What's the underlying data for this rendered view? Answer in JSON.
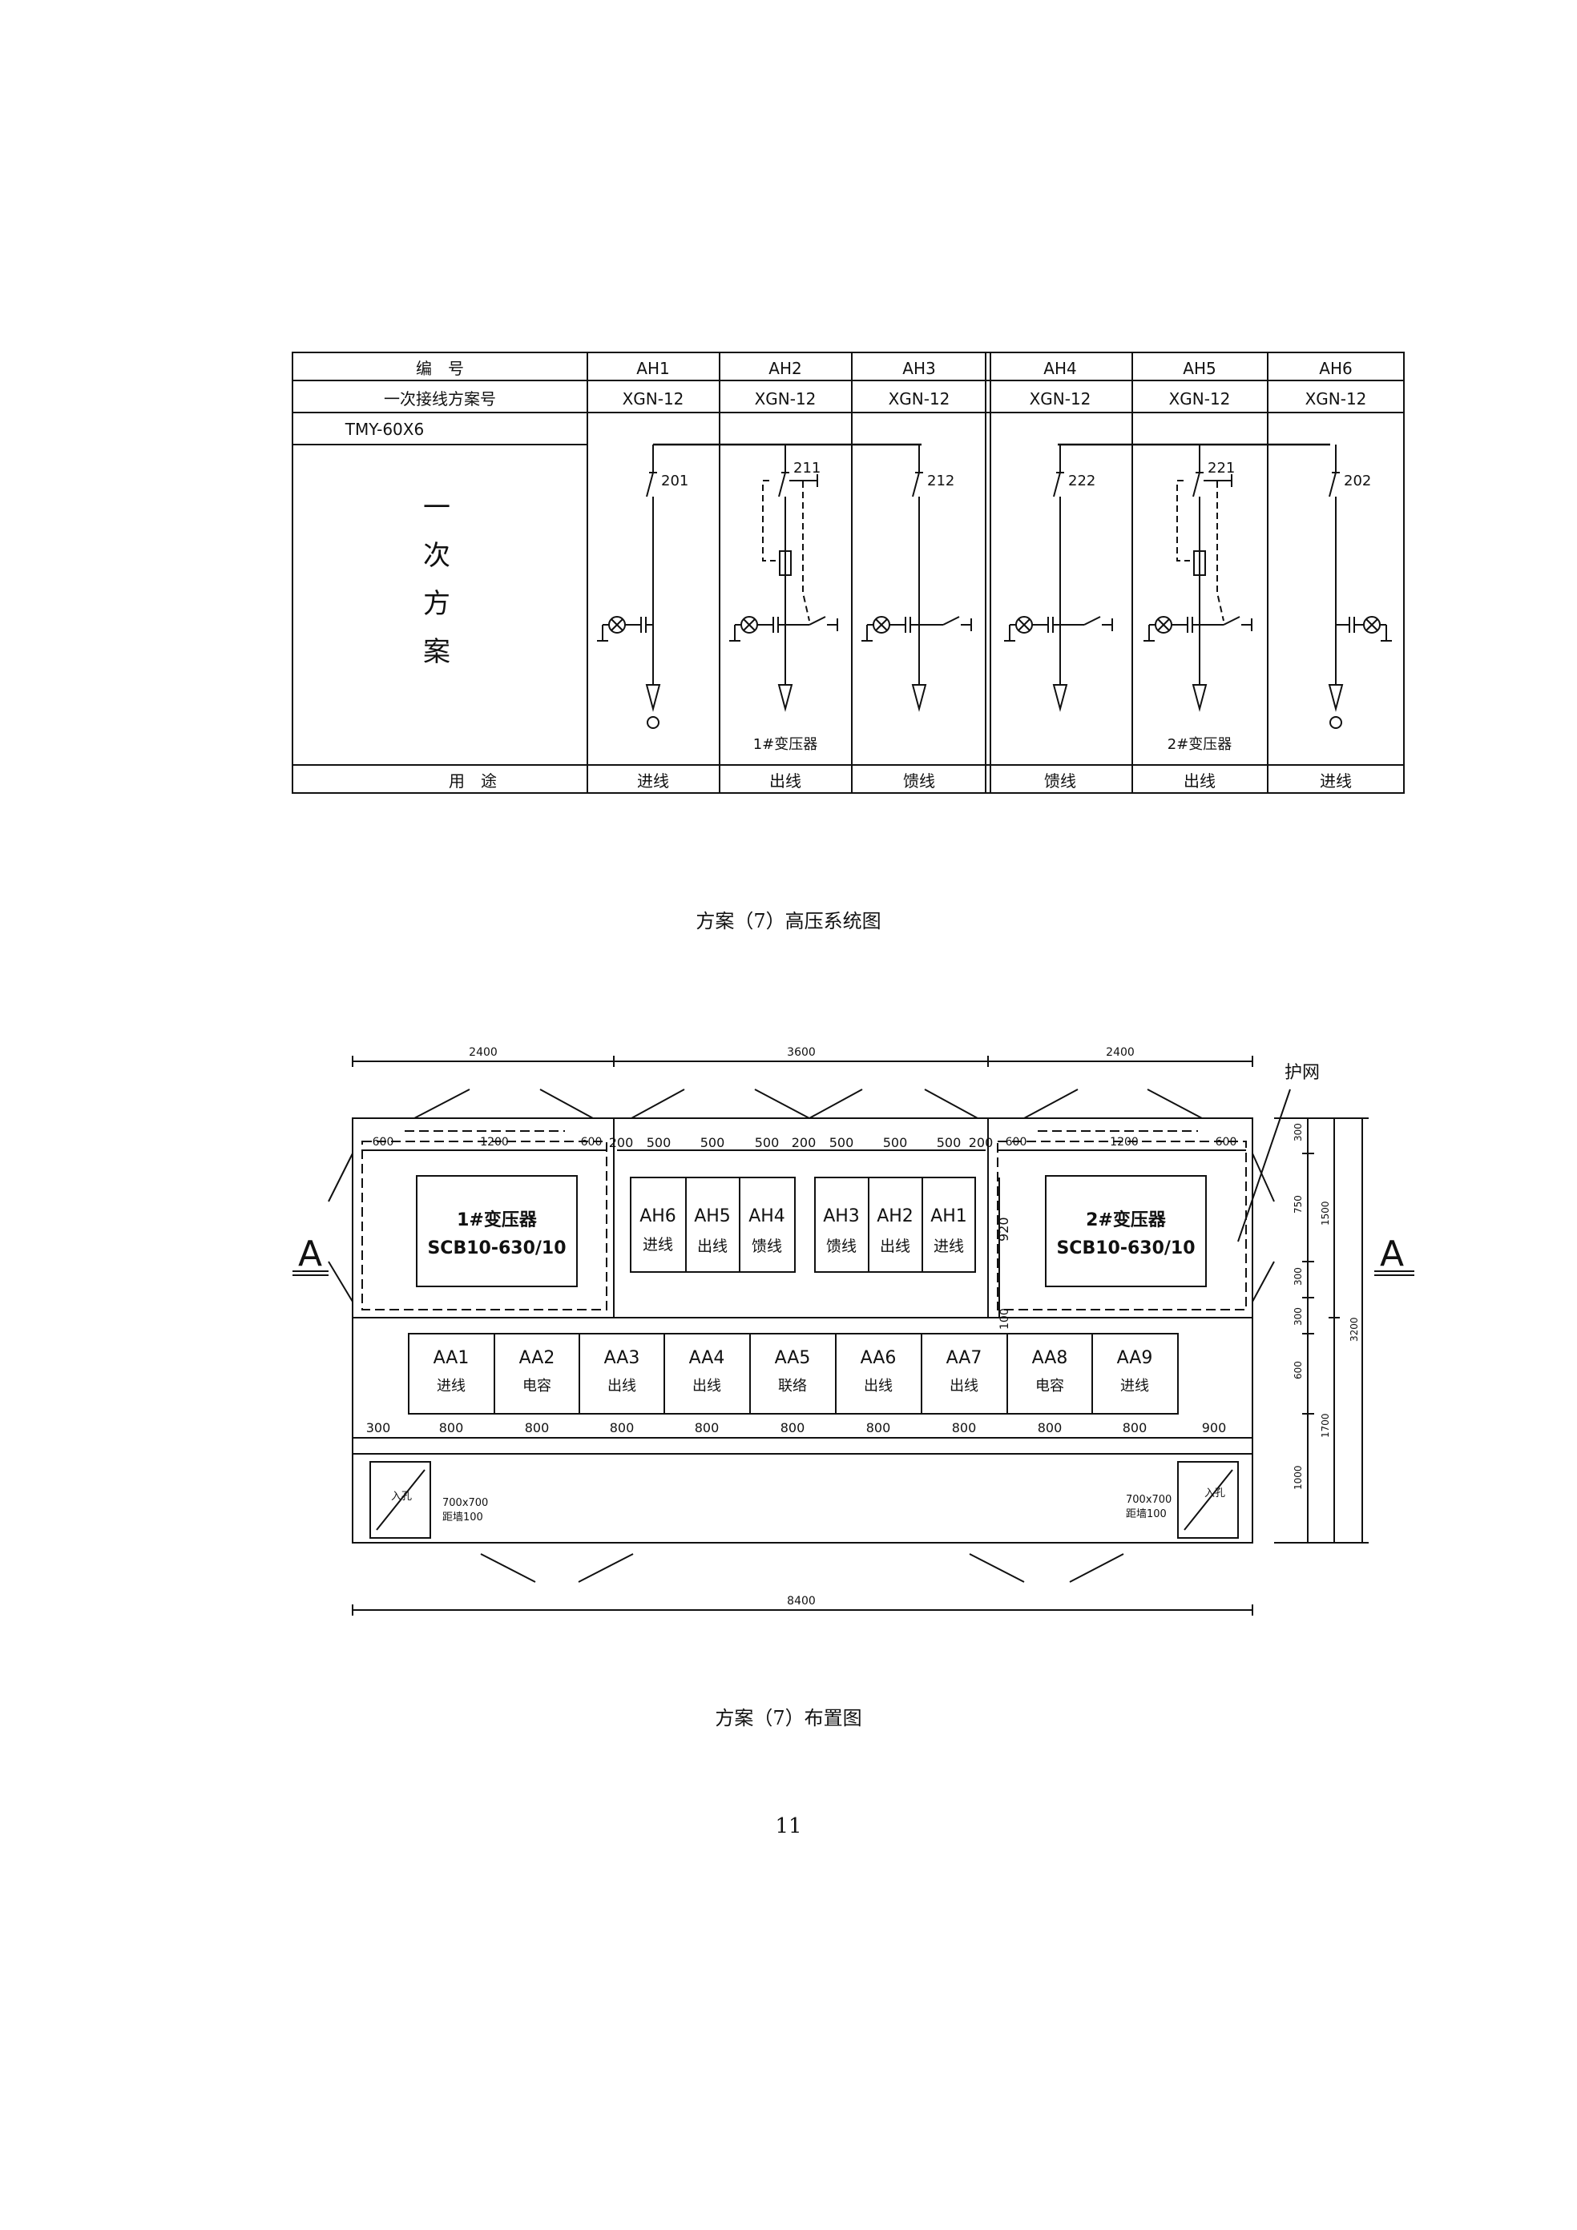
{
  "hv_table": {
    "header_label": "编　号",
    "scheme_label": "一次接线方案号",
    "busbar_label": "TMY-60X6",
    "scheme_side_label": [
      "一",
      "次",
      "方",
      "案"
    ],
    "usage_label": "用　途",
    "cabinets": [
      {
        "id": "AH1",
        "model": "XGN-12",
        "switch": "201",
        "usage": "进线",
        "note": ""
      },
      {
        "id": "AH2",
        "model": "XGN-12",
        "switch": "211",
        "usage": "出线",
        "note": "1#变压器"
      },
      {
        "id": "AH3",
        "model": "XGN-12",
        "switch": "212",
        "usage": "馈线",
        "note": ""
      },
      {
        "id": "AH4",
        "model": "XGN-12",
        "switch": "222",
        "usage": "馈线",
        "note": ""
      },
      {
        "id": "AH5",
        "model": "XGN-12",
        "switch": "221",
        "usage": "出线",
        "note": "2#变压器"
      },
      {
        "id": "AH6",
        "model": "XGN-12",
        "switch": "202",
        "usage": "进线",
        "note": ""
      }
    ]
  },
  "caption_system": "方案（7）高压系统图",
  "layout_plan": {
    "top_dims": [
      "2400",
      "3600",
      "2400"
    ],
    "guard_label": "护网",
    "section_mark": "A",
    "transformer_left": {
      "name": "1#变压器",
      "model": "SCB10-630/10",
      "dims": [
        "600",
        "1200",
        "600"
      ]
    },
    "transformer_right": {
      "name": "2#变压器",
      "model": "SCB10-630/10",
      "dims": [
        "600",
        "1200",
        "600"
      ]
    },
    "hv_dims": [
      "200",
      "500",
      "500",
      "500",
      "200",
      "500",
      "500",
      "500",
      "200"
    ],
    "hv_cabinets": [
      {
        "id": "AH6",
        "usage": "进线"
      },
      {
        "id": "AH5",
        "usage": "出线"
      },
      {
        "id": "AH4",
        "usage": "馈线"
      },
      {
        "id": "AH3",
        "usage": "馈线"
      },
      {
        "id": "AH2",
        "usage": "出线"
      },
      {
        "id": "AH1",
        "usage": "进线"
      }
    ],
    "hv_depth": "920",
    "gap_dim": "100",
    "lv_cabinets": [
      {
        "id": "AA1",
        "usage": "进线"
      },
      {
        "id": "AA2",
        "usage": "电容"
      },
      {
        "id": "AA3",
        "usage": "出线"
      },
      {
        "id": "AA4",
        "usage": "出线"
      },
      {
        "id": "AA5",
        "usage": "联络"
      },
      {
        "id": "AA6",
        "usage": "出线"
      },
      {
        "id": "AA7",
        "usage": "出线"
      },
      {
        "id": "AA8",
        "usage": "电容"
      },
      {
        "id": "AA9",
        "usage": "进线"
      }
    ],
    "lv_dims": [
      "300",
      "800",
      "800",
      "800",
      "800",
      "800",
      "800",
      "800",
      "800",
      "800",
      "900"
    ],
    "right_dims_inner": [
      "300",
      "750",
      "300",
      "300",
      "600",
      "1000"
    ],
    "right_dims_mid": [
      "1500",
      "1700"
    ],
    "right_dim_total": "3200",
    "bottom_dim": "8400",
    "door_left": {
      "label": "入孔",
      "size": "700x700",
      "note": "距墙100"
    },
    "door_right": {
      "label": "入孔",
      "size": "700x700",
      "note": "距墙100"
    }
  },
  "caption_layout": "方案（7）布置图",
  "page_number": "11"
}
